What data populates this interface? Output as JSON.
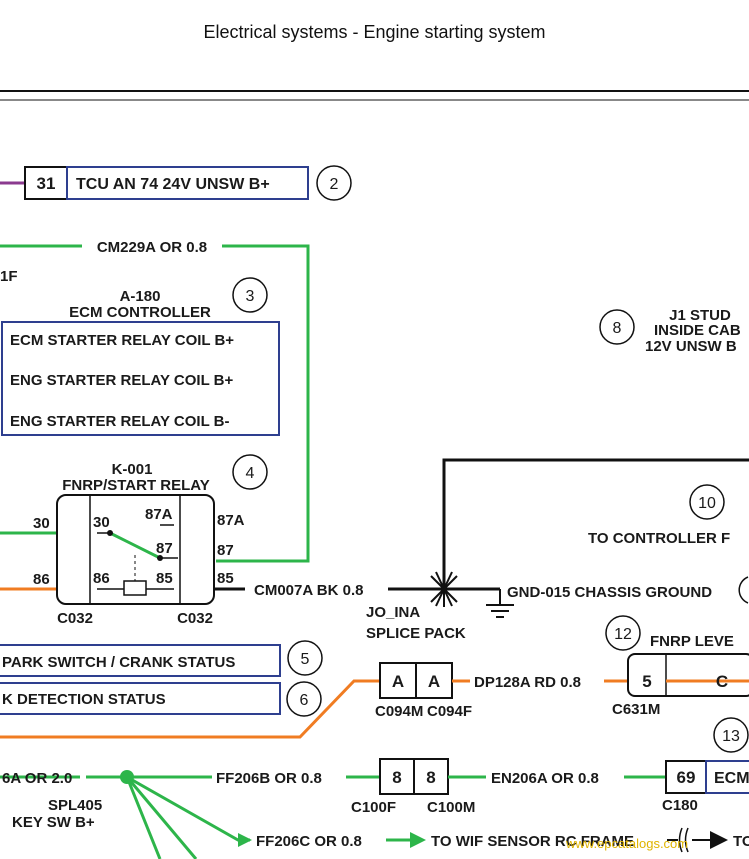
{
  "title": "Electrical systems - Engine starting system",
  "colors": {
    "purple": "#8b3a8f",
    "green": "#2db54a",
    "orange": "#f07c22",
    "black": "#111111",
    "blue": "#2e3f8f"
  },
  "tcu": {
    "pin": "31",
    "label": "TCU  AN 74  24V UNSW B+",
    "callout": "2"
  },
  "wires": {
    "cm229a": "CM229A OR 0.8",
    "cm007a": "CM007A BK 0.8",
    "gnd": "GND-015 CHASSIS GROUND",
    "dp128a": "DP128A RD 0.8",
    "ff206a": "6A OR 2.0",
    "ff206b": "FF206B OR 0.8",
    "en206a": "EN206A OR 0.8",
    "ff206c": "FF206C OR 0.8"
  },
  "partial_1f": "1F",
  "ecm": {
    "id": "A-180",
    "name": "ECM CONTROLLER",
    "callout": "3",
    "rows": [
      "ECM STARTER RELAY COIL B+",
      "ENG STARTER RELAY COIL B+",
      "ENG STARTER RELAY COIL B-"
    ]
  },
  "relay": {
    "id": "K-001",
    "name": "FNRP/START RELAY",
    "callout": "4",
    "pins": {
      "p30": "30",
      "p87a": "87A",
      "p87": "87",
      "p86": "86",
      "p85": "85"
    },
    "connector": "C032"
  },
  "j1": {
    "callout": "8",
    "lines": [
      "J1 STUD",
      "INSIDE CAB",
      "12V UNSW B"
    ]
  },
  "controller": {
    "callout": "10",
    "text": "TO CONTROLLER F"
  },
  "splice": {
    "lines": [
      "JO_INA",
      "SPLICE PACK"
    ]
  },
  "status": [
    {
      "label": "PARK SWITCH / CRANK STATUS",
      "callout": "5"
    },
    {
      "label": "K DETECTION STATUS",
      "callout": "6"
    }
  ],
  "c094": {
    "pins": [
      "A",
      "A"
    ],
    "left": "C094M",
    "right": "C094F"
  },
  "fnrp_level": {
    "callout": "12",
    "label": "FNRP LEVE",
    "pin": "5",
    "pin2": "C",
    "connector": "C631M"
  },
  "c100": {
    "pins": [
      "8",
      "8"
    ],
    "left": "C100F",
    "right": "C100M"
  },
  "ecm2": {
    "callout": "13",
    "pin": "69",
    "label": "ECM",
    "connector": "C180"
  },
  "spl405": {
    "lines": [
      "SPL405",
      "KEY SW B+"
    ]
  },
  "wif": {
    "text": "TO WIF SENSOR RC FRAME",
    "tail": "TO"
  },
  "watermark": "www.epcatalogs.com"
}
